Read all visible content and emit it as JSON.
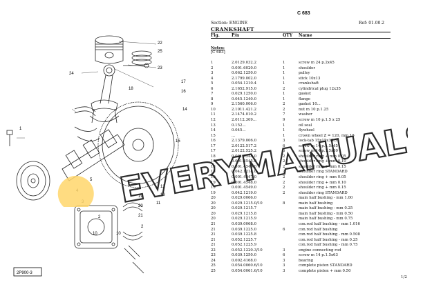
{
  "header": {
    "code": "C 683",
    "section": "Section: ENGINE",
    "ref": "Ref: 01.00.2",
    "title": "CRANKSHAFT"
  },
  "columns": {
    "fig": "Fig.",
    "pn": "P/n",
    "qty": "QTY",
    "name": "Name"
  },
  "notes": {
    "label": "Notes:",
    "text": "[C 683]"
  },
  "diagram": {
    "code_label": "2P900-3",
    "callouts": [
      "22",
      "25",
      "23",
      "24",
      "1",
      "18",
      "17",
      "16",
      "14",
      "12",
      "13",
      "11",
      "2",
      "10",
      "10",
      "2",
      "5",
      "4",
      "3",
      "19",
      "20",
      "21",
      "15"
    ]
  },
  "parts": [
    {
      "fig": "1",
      "pn": "2.0129.032.2",
      "qty": "1",
      "name": "screw m 24 p.2x45"
    },
    {
      "fig": "2",
      "pn": "0.001.6020.0",
      "qty": "1",
      "name": "shoulder"
    },
    {
      "fig": "3",
      "pn": "0.062.1250.0",
      "qty": "1",
      "name": "pulley"
    },
    {
      "fig": "4",
      "pn": "2.1799.002.0",
      "qty": "1",
      "name": "stick 10x13"
    },
    {
      "fig": "5",
      "pn": "0.054.1210.4",
      "qty": "1",
      "name": "crankshaft"
    },
    {
      "fig": "6",
      "pn": "2.1652.915.0",
      "qty": "2",
      "name": "cylindrical plug 12x35"
    },
    {
      "fig": "7",
      "pn": "0.029.1250.0",
      "qty": "1",
      "name": "gasket"
    },
    {
      "fig": "8",
      "pn": "0.045.1240.0",
      "qty": "1",
      "name": "flange"
    },
    {
      "fig": "9",
      "pn": "2.1560.006.0",
      "qty": "2",
      "name": "gasket 10..."
    },
    {
      "fig": "10",
      "pn": "2.1011.421.2",
      "qty": "2",
      "name": "nut m 10 p.1.25"
    },
    {
      "fig": "11",
      "pn": "2.1474.010.2",
      "qty": "7",
      "name": "washer"
    },
    {
      "fig": "12",
      "pn": "2.0112.309...",
      "qty": "9",
      "name": "screw m 10 p.1.5 x 25"
    },
    {
      "fig": "13",
      "pn": "0.152...",
      "qty": "1",
      "name": "oil seal"
    },
    {
      "fig": "14",
      "pn": "0.045...",
      "qty": "1",
      "name": "flywheel"
    },
    {
      "fig": "15",
      "pn": "...",
      "qty": "1",
      "name": "crown wheel Z = 120, mm 15"
    },
    {
      "fig": "16",
      "pn": "2.1379.006.0",
      "qty": "3",
      "name": "lock-tab 15x15x36.5"
    },
    {
      "fig": "17",
      "pn": "2.0122.517.2",
      "qty": "6",
      "name": "screw m 14 p.1.5x45"
    },
    {
      "fig": "17",
      "pn": "2.0122.525.2",
      "qty": "6",
      "name": "screw m 14 p.1.5x80"
    },
    {
      "fig": "18",
      "pn": "0.001.4544.0",
      "qty": "2",
      "name": "shoulder ring + mm 0.05"
    },
    {
      "fig": "18",
      "pn": "0.001.4545.0",
      "qty": "2",
      "name": "shoulder ring + mm 0.10"
    },
    {
      "fig": "18",
      "pn": "0.001.4546.0",
      "qty": "2",
      "name": "shoulder ring + mm 0.15"
    },
    {
      "fig": "18",
      "pn": "0.042.1218.0",
      "qty": "2",
      "name": "shoulder ring STANDARD"
    },
    {
      "fig": "19",
      "pn": "0.001.4547.0",
      "qty": "2",
      "name": "shoulder ring + mm 0.05"
    },
    {
      "fig": "19",
      "pn": "0.001.4548.0",
      "qty": "2",
      "name": "shoulder ring + mm 0.10"
    },
    {
      "fig": "19",
      "pn": "0.001.4549.0",
      "qty": "2",
      "name": "shoulder ring + mm 0.15"
    },
    {
      "fig": "19",
      "pn": "0.042.1219.0",
      "qty": "2",
      "name": "shoulder ring STANDARD"
    },
    {
      "fig": "20",
      "pn": "0.029.0066.0",
      "qty": "",
      "name": "main half bushing - mm 1.00"
    },
    {
      "fig": "20",
      "pn": "0.029.1215.0/10",
      "qty": "8",
      "name": "main half bushing"
    },
    {
      "fig": "20",
      "pn": "0.029.1215.7",
      "qty": "",
      "name": "main half bushing - mm 0.25"
    },
    {
      "fig": "20",
      "pn": "0.029.1215.8",
      "qty": "",
      "name": "main half bushing - mm 0.50"
    },
    {
      "fig": "20",
      "pn": "0.029.1215.9",
      "qty": "",
      "name": "main half bushing - mm 0.75"
    },
    {
      "fig": "21",
      "pn": "0.039.0068.0",
      "qty": "",
      "name": "con.rod half bushing - mm 1.016"
    },
    {
      "fig": "21",
      "pn": "0.039.1225.0",
      "qty": "6",
      "name": "con.rod half bushing"
    },
    {
      "fig": "21",
      "pn": "0.039.1225.8",
      "qty": "",
      "name": "con.rod half bushing - mm 0.508"
    },
    {
      "fig": "21",
      "pn": "0.052.1225.7",
      "qty": "",
      "name": "con.rod half bushing - mm 0.25"
    },
    {
      "fig": "21",
      "pn": "0.052.1225.9",
      "qty": "",
      "name": "con.rod half bushing - mm 0.75"
    },
    {
      "fig": "22",
      "pn": "0.052.1220.3/10",
      "qty": "3",
      "name": "engine connecting rod"
    },
    {
      "fig": "23",
      "pn": "0.039.1250.0",
      "qty": "6",
      "name": "screw m 14 p.1.5x63"
    },
    {
      "fig": "24",
      "pn": "0.002.4168.0",
      "qty": "3",
      "name": "bearing"
    },
    {
      "fig": "25",
      "pn": "0.054.0060.6/10",
      "qty": "3",
      "name": "complete piston STANDARD"
    },
    {
      "fig": "25",
      "pn": "0.054.0061.6/10",
      "qty": "3",
      "name": "complete piston + mm 0.50"
    }
  ],
  "page": "1/2",
  "watermark": "EVERYMANUALS.com"
}
